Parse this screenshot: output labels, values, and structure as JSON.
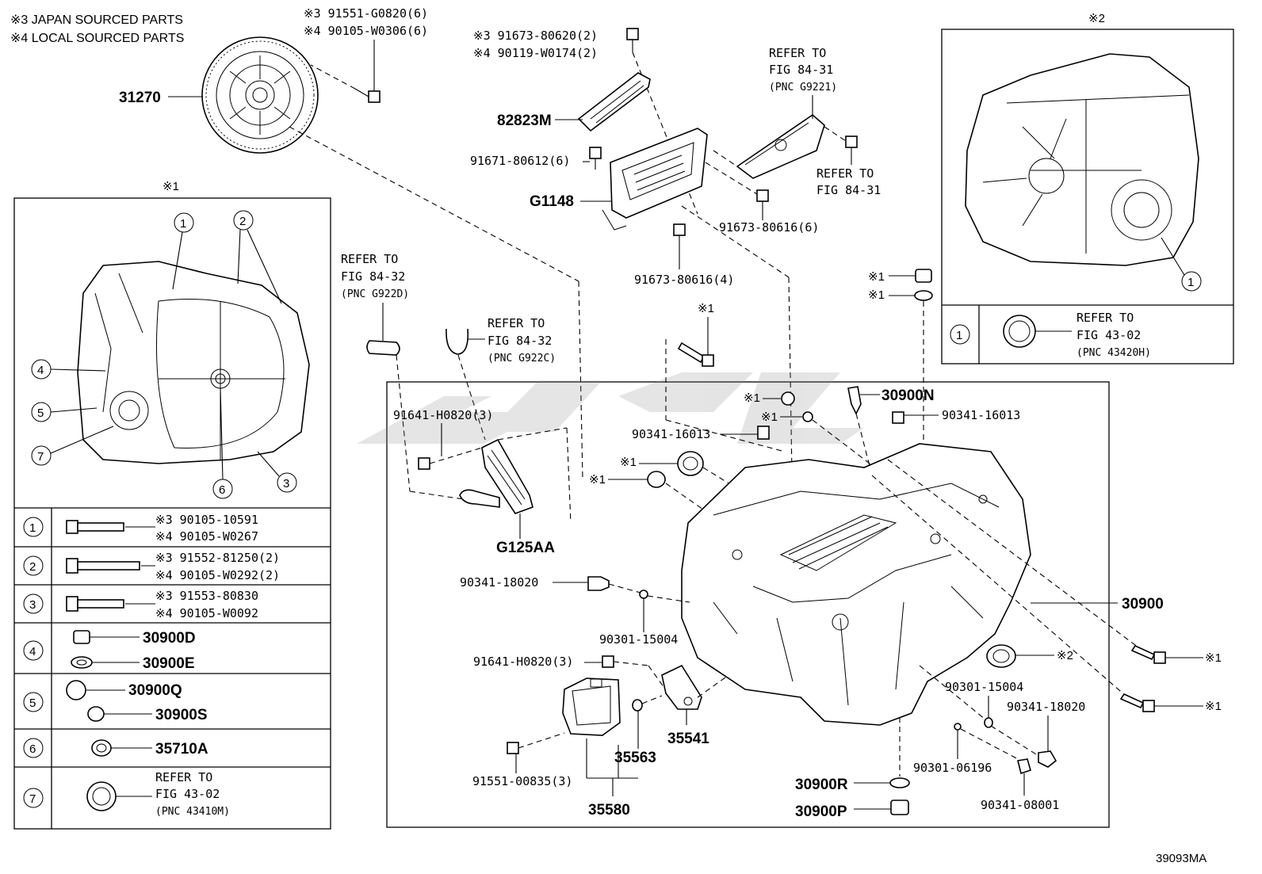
{
  "notes": {
    "japan": "※3 JAPAN SOURCED PARTS",
    "local": "※4 LOCAL SOURCED PARTS"
  },
  "markers": {
    "m1": "※1",
    "m2": "※2"
  },
  "refs": {
    "fig_84_31_a": {
      "l1": "REFER TO",
      "l2": "FIG 84-31",
      "l3": "(PNC G9221)"
    },
    "fig_84_31_b": {
      "l1": "REFER TO",
      "l2": "FIG 84-31"
    },
    "fig_84_32_d": {
      "l1": "REFER TO",
      "l2": "FIG 84-32",
      "l3": "(PNC G922D)"
    },
    "fig_84_32_c": {
      "l1": "REFER TO",
      "l2": "FIG 84-32",
      "l3": "(PNC G922C)"
    },
    "fig_43_02_h": {
      "l1": "REFER TO",
      "l2": "FIG 43-02",
      "l3": "(PNC 43420H)"
    }
  },
  "parts": {
    "p31270": "31270",
    "p91551": "※3 91551-G0820(6)",
    "p90105_w0306": "※4 90105-W0306(6)",
    "p91673_80620": "※3 91673-80620(2)",
    "p90119": "※4 90119-W0174(2)",
    "p82823m": "82823M",
    "p91671": "91671-80612(6)",
    "pg1148": "G1148",
    "p91673_6": "91673-80616(6)",
    "p91673_4": "91673-80616(4)",
    "p91641_a": "91641-H0820(3)",
    "pg125aa": "G125AA",
    "p30900n": "30900N",
    "p90341_16013_a": "90341-16013",
    "p90341_16013_b": "90341-16013",
    "p90341_18020_a": "90341-18020",
    "p90301_15004_a": "90301-15004",
    "p91641_b": "91641-H0820(3)",
    "p30900": "30900",
    "p90301_15004_b": "90301-15004",
    "p90341_18020_b": "90341-18020",
    "p90301_06196": "90301-06196",
    "p35563": "35563",
    "p35541": "35541",
    "p91551_00835": "91551-00835(3)",
    "p35580": "35580",
    "p30900r": "30900R",
    "p30900p": "30900P",
    "p90341_08001": "90341-08001"
  },
  "legend": {
    "r1": {
      "num": "1",
      "a": "※3 90105-10591",
      "b": "※4 90105-W0267"
    },
    "r2": {
      "num": "2",
      "a": "※3 91552-81250(2)",
      "b": "※4 90105-W0292(2)"
    },
    "r3": {
      "num": "3",
      "a": "※3 91553-80830",
      "b": "※4 90105-W0092"
    },
    "r4": {
      "num": "4",
      "a": "30900D",
      "b": "30900E"
    },
    "r5": {
      "num": "5",
      "a": "30900Q",
      "b": "30900S"
    },
    "r6": {
      "num": "6",
      "a": "35710A"
    },
    "r7": {
      "num": "7",
      "l1": "REFER TO",
      "l2": "FIG 43-02",
      "l3": "(PNC 43410M)"
    }
  },
  "callouts": [
    "1",
    "2",
    "3",
    "4",
    "5",
    "6",
    "7"
  ],
  "figure_id": "39093MA"
}
